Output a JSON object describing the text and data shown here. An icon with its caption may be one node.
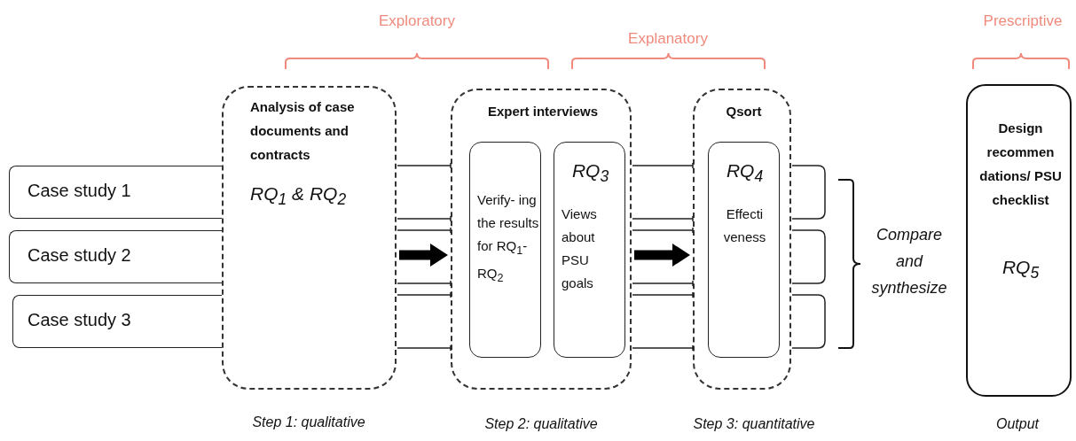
{
  "diagram": {
    "nodes": [
      {
        "text": [
          "Case study 1"
        ]
      },
      {
        "text": [
          "Case study 2"
        ]
      },
      {
        "text": [
          "Case study 3"
        ]
      },
      {
        "text": [
          "Analysis of case documents and contracts",
          "RQ$_{1}$ & RQ$_{2}$"
        ],
        "beside": [
          "Step 1: qualitative"
        ]
      },
      {
        "text": [
          "Expert interviews"
        ],
        "beside": [
          "Step 2: qualitative"
        ]
      },
      {
        "text": [
          "Verify- ing the results for RQ$_{1}$- RQ$_{2}$"
        ],
        "in": 4
      },
      {
        "text": [
          "RQ$_{3}$",
          "Views about PSU goals"
        ],
        "in": 4
      },
      {
        "text": [
          "Qsort"
        ],
        "beside": [
          "Step 3: quantitative"
        ]
      },
      {
        "text": [
          "RQ$_{4}$",
          "Effecti veness"
        ],
        "in": 7
      },
      {
        "text": [
          "Design recommen dations/ PSU checklist",
          "RQ$_{5}$"
        ],
        "beside": [
          "Output"
        ]
      }
    ],
    "edges": [
      {
        "from": 3,
        "to": 4,
        "arrow": "to"
      },
      {
        "from": 4,
        "to": 7,
        "arrow": "to"
      }
    ],
    "labels": [
      "Exploratory",
      "Explanatory",
      "Prescriptive",
      "Compare and synthesize"
    ]
  }
}
